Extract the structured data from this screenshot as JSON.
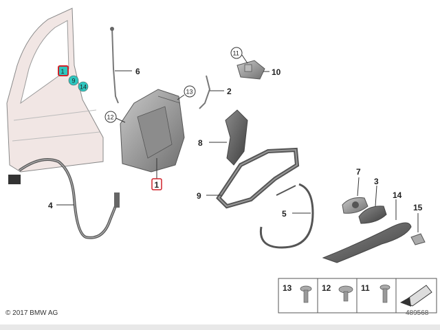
{
  "callouts": {
    "c1": "1",
    "c2": "2",
    "c3": "3",
    "c4": "4",
    "c5": "5",
    "c6": "6",
    "c7": "7",
    "c8": "8",
    "c9": "9",
    "c10": "10",
    "c11": "11",
    "c12": "12",
    "c13": "13",
    "c14": "14",
    "c15": "15",
    "door_1": "1",
    "door_9": "9",
    "door_14": "14"
  },
  "legend": {
    "items": [
      {
        "label": "13"
      },
      {
        "label": "12"
      },
      {
        "label": "11"
      }
    ]
  },
  "footer": {
    "copyright": "© 2017 BMW AG",
    "doc_number": "489568"
  },
  "colors": {
    "highlight_red": "#d0222a",
    "highlight_teal": "#2ec7c0",
    "part_gray": "#9a9a9a",
    "door_fill": "#f1e6e4"
  }
}
